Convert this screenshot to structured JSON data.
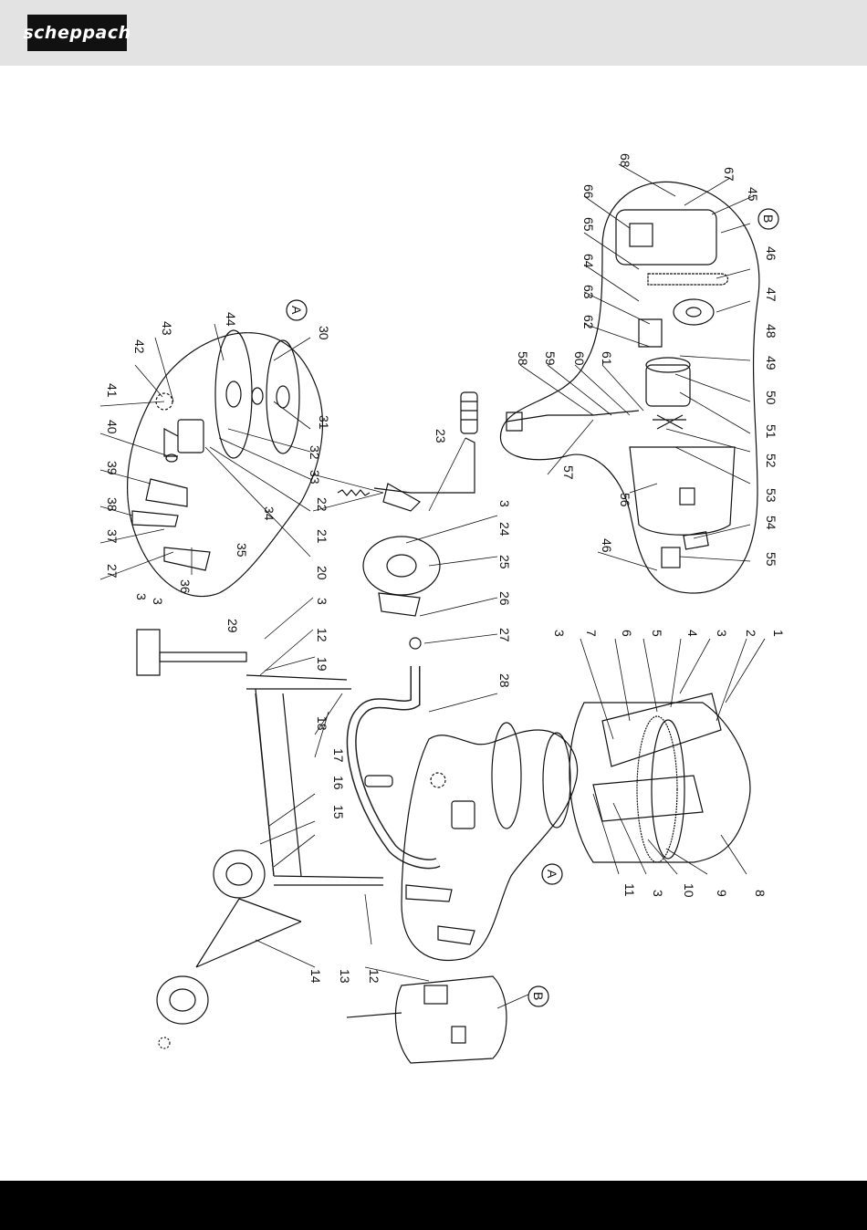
{
  "brand": {
    "logo_text": "scheppach"
  },
  "callouts": [
    {
      "id": "c1",
      "text": "1"
    },
    {
      "id": "c2",
      "text": "2"
    },
    {
      "id": "c3a",
      "text": "3"
    },
    {
      "id": "c4",
      "text": "4"
    },
    {
      "id": "c5",
      "text": "5"
    },
    {
      "id": "c6",
      "text": "6"
    },
    {
      "id": "c7",
      "text": "7"
    },
    {
      "id": "c3b",
      "text": "3"
    },
    {
      "id": "c8",
      "text": "8"
    },
    {
      "id": "c9",
      "text": "9"
    },
    {
      "id": "c10",
      "text": "10"
    },
    {
      "id": "c3c",
      "text": "3"
    },
    {
      "id": "c11",
      "text": "11"
    },
    {
      "id": "c12a",
      "text": "12"
    },
    {
      "id": "c13",
      "text": "13"
    },
    {
      "id": "c14",
      "text": "14"
    },
    {
      "id": "c15",
      "text": "15"
    },
    {
      "id": "c16",
      "text": "16"
    },
    {
      "id": "c17",
      "text": "17"
    },
    {
      "id": "c18",
      "text": "18"
    },
    {
      "id": "c19",
      "text": "19"
    },
    {
      "id": "c12b",
      "text": "12"
    },
    {
      "id": "c29",
      "text": "29"
    },
    {
      "id": "c3d",
      "text": "3"
    },
    {
      "id": "c20",
      "text": "20"
    },
    {
      "id": "c3e",
      "text": "3"
    },
    {
      "id": "c21",
      "text": "21"
    },
    {
      "id": "c22",
      "text": "22"
    },
    {
      "id": "c23",
      "text": "23"
    },
    {
      "id": "c3f",
      "text": "3"
    },
    {
      "id": "c24",
      "text": "24"
    },
    {
      "id": "c25",
      "text": "25"
    },
    {
      "id": "c26",
      "text": "26"
    },
    {
      "id": "c27a",
      "text": "27"
    },
    {
      "id": "c28",
      "text": "28"
    },
    {
      "id": "c3g",
      "text": "3"
    },
    {
      "id": "c27b",
      "text": "27"
    },
    {
      "id": "c37",
      "text": "37"
    },
    {
      "id": "c38",
      "text": "38"
    },
    {
      "id": "c39",
      "text": "39"
    },
    {
      "id": "c40",
      "text": "40"
    },
    {
      "id": "c41",
      "text": "41"
    },
    {
      "id": "c42",
      "text": "42"
    },
    {
      "id": "c43",
      "text": "43"
    },
    {
      "id": "c44",
      "text": "44"
    },
    {
      "id": "c30",
      "text": "30"
    },
    {
      "id": "c31",
      "text": "31"
    },
    {
      "id": "c32",
      "text": "32"
    },
    {
      "id": "c33",
      "text": "33"
    },
    {
      "id": "c34",
      "text": "34"
    },
    {
      "id": "c35",
      "text": "35"
    },
    {
      "id": "c36",
      "text": "36"
    },
    {
      "id": "c58",
      "text": "58"
    },
    {
      "id": "c59",
      "text": "59"
    },
    {
      "id": "c60",
      "text": "60"
    },
    {
      "id": "c61",
      "text": "61"
    },
    {
      "id": "c57",
      "text": "57"
    },
    {
      "id": "c62",
      "text": "62"
    },
    {
      "id": "c63",
      "text": "63"
    },
    {
      "id": "c64",
      "text": "64"
    },
    {
      "id": "c65",
      "text": "65"
    },
    {
      "id": "c66",
      "text": "66"
    },
    {
      "id": "c68",
      "text": "68"
    },
    {
      "id": "c67",
      "text": "67"
    },
    {
      "id": "c45",
      "text": "45"
    },
    {
      "id": "c46a",
      "text": "46"
    },
    {
      "id": "c47",
      "text": "47"
    },
    {
      "id": "c48",
      "text": "48"
    },
    {
      "id": "c49",
      "text": "49"
    },
    {
      "id": "c50",
      "text": "50"
    },
    {
      "id": "c51",
      "text": "51"
    },
    {
      "id": "c52",
      "text": "52"
    },
    {
      "id": "c53",
      "text": "53"
    },
    {
      "id": "c54",
      "text": "54"
    },
    {
      "id": "c55",
      "text": "55"
    },
    {
      "id": "c56",
      "text": "56"
    },
    {
      "id": "c46b",
      "text": "46"
    }
  ],
  "group_markers": [
    {
      "id": "A1",
      "text": "A"
    },
    {
      "id": "A2",
      "text": "A"
    },
    {
      "id": "B1",
      "text": "B"
    },
    {
      "id": "B2",
      "text": "B"
    }
  ],
  "colors": {
    "header": "#e3e3e3",
    "logo_bg": "#111111",
    "footer": "#000000",
    "line": "#111111"
  }
}
